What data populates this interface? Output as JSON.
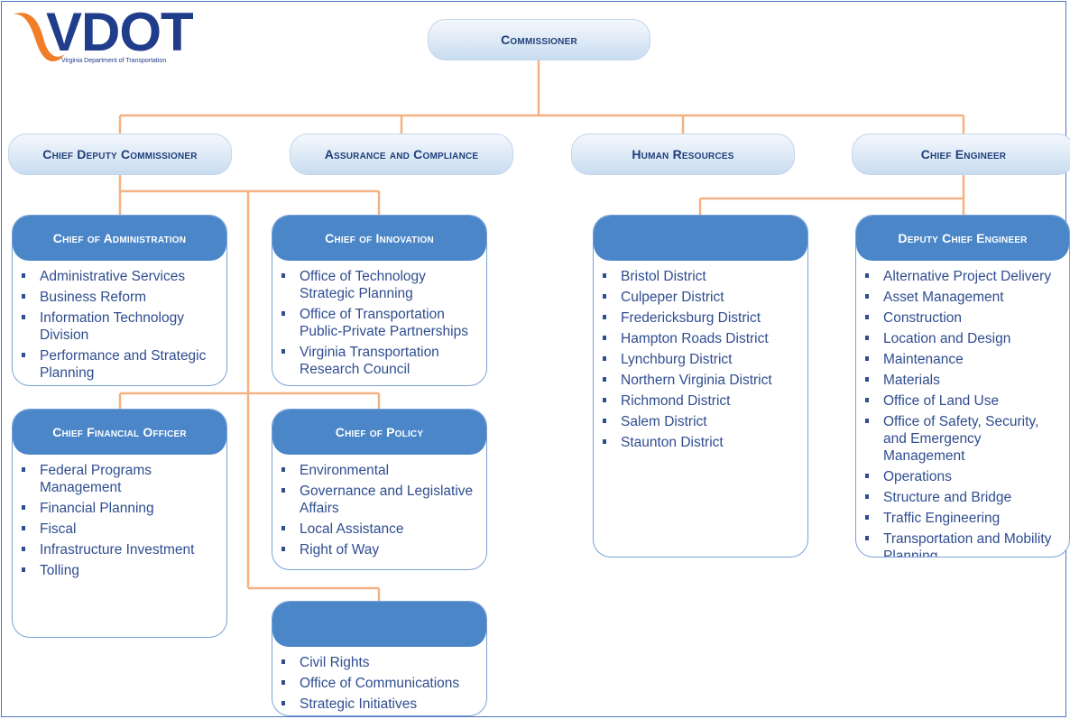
{
  "logo": {
    "title": "VDOT",
    "subtitle": "Virginia Department of Transportation"
  },
  "top": {
    "label": "Commissioner"
  },
  "level2": {
    "chief_deputy": "Chief Deputy Commissioner",
    "assurance": "Assurance and Compliance",
    "hr": "Human Resources",
    "chief_engineer": "Chief Engineer"
  },
  "cards": {
    "admin": {
      "title": "Chief of Administration",
      "items": [
        "Administrative Services",
        "Business Reform",
        "Information Technology Division",
        "Performance and Strategic Planning"
      ]
    },
    "innovation": {
      "title": "Chief of Innovation",
      "items": [
        "Office of Technology Strategic Planning",
        "Office of Transportation Public-Private Partnerships",
        "Virginia Transportation Research Council"
      ]
    },
    "cfo": {
      "title": "Chief Financial Officer",
      "items": [
        "Federal Programs Management",
        "Financial Planning",
        "Fiscal",
        "Infrastructure Investment",
        "Tolling"
      ]
    },
    "policy": {
      "title": "Chief of Policy",
      "items": [
        "Environmental",
        "Governance and Legislative Affairs",
        "Local Assistance",
        "Right of Way"
      ]
    },
    "unnamed_cdc": {
      "title": "",
      "items": [
        "Civil Rights",
        "Office of Communications",
        "Strategic Initiatives"
      ]
    },
    "districts": {
      "title": "",
      "items": [
        "Bristol District",
        "Culpeper District",
        "Fredericksburg District",
        "Hampton Roads District",
        "Lynchburg District",
        "Northern Virginia District",
        "Richmond District",
        "Salem District",
        "Staunton District"
      ]
    },
    "deputy_ce": {
      "title": "Deputy Chief Engineer",
      "items": [
        "Alternative Project Delivery",
        "Asset Management",
        "Construction",
        "Location and Design",
        "Maintenance",
        "Materials",
        "Office of Land Use",
        "Office of Safety, Security, and Emergency Management",
        "Operations",
        "Structure and Bridge",
        "Traffic Engineering",
        "Transportation and Mobility Planning"
      ]
    }
  },
  "colors": {
    "connector": "#f4b183",
    "card_header": "#4a86c8",
    "pill_text": "#1f3f7a",
    "item_text": "#2f4d8f",
    "logo_swoosh": "#f07d28",
    "logo_text": "#1f3d8a"
  }
}
